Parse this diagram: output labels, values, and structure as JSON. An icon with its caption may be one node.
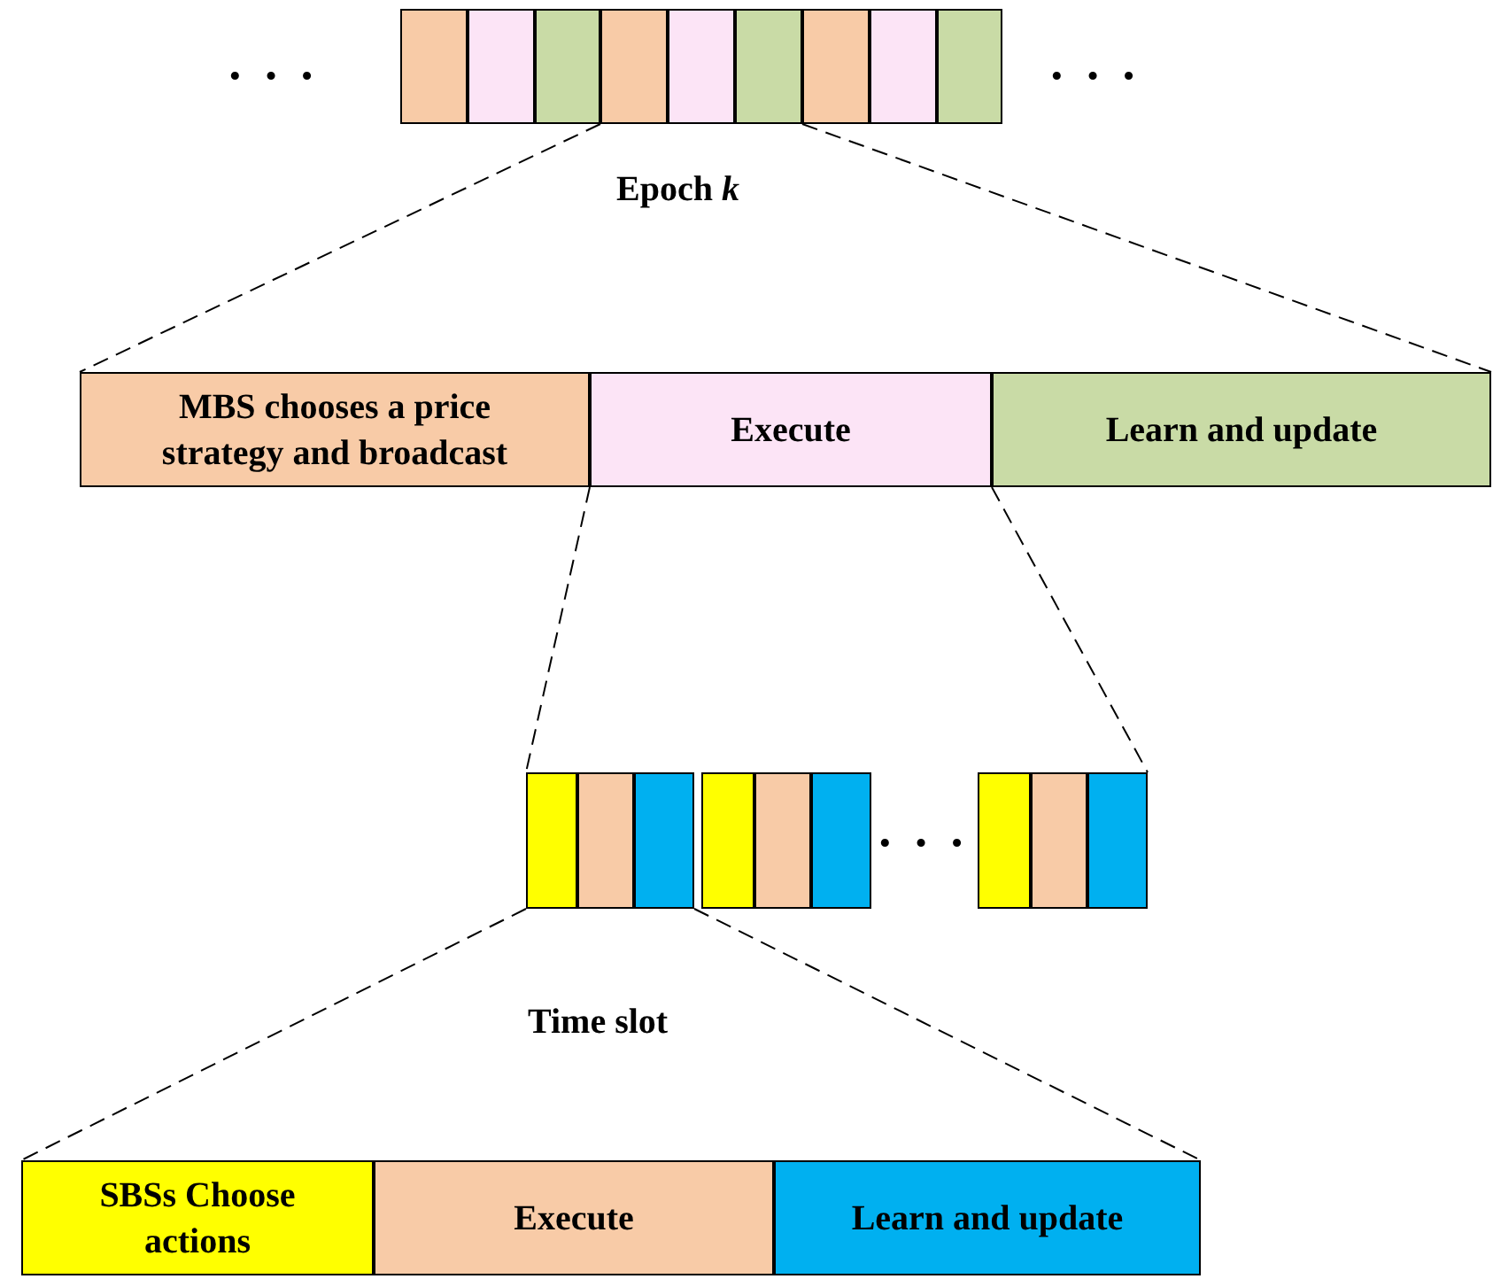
{
  "diagram": {
    "nodes": [
      {
        "text": [],
        "shape": "box"
      },
      {
        "text": [],
        "shape": "box"
      },
      {
        "text": [],
        "shape": "box"
      },
      {
        "text": [],
        "shape": "box"
      },
      {
        "text": [],
        "shape": "box"
      },
      {
        "text": [],
        "shape": "box"
      },
      {
        "text": [],
        "shape": "box"
      },
      {
        "text": [],
        "shape": "box"
      },
      {
        "text": [],
        "shape": "box"
      },
      {
        "text": [
          "MBS chooses a price strategy and broadcast"
        ]
      },
      {
        "text": [
          "Execute"
        ]
      },
      {
        "text": [
          "Learn and update"
        ]
      },
      {
        "text": [],
        "shape": "box"
      },
      {
        "text": [],
        "shape": "box"
      },
      {
        "text": [],
        "shape": "box"
      },
      {
        "text": [],
        "shape": "box"
      },
      {
        "text": [],
        "shape": "box"
      },
      {
        "text": [],
        "shape": "box"
      },
      {
        "text": [],
        "shape": "box"
      },
      {
        "text": [],
        "shape": "box"
      },
      {
        "text": [],
        "shape": "box"
      },
      {
        "text": [
          "SBSs Choose actions"
        ]
      },
      {
        "text": [
          "Execute"
        ]
      },
      {
        "text": [
          "Learn and update"
        ]
      }
    ],
    "edges": [
      {
        "from": 3,
        "to": 9,
        "arrow": "none",
        "style": "dashed"
      },
      {
        "from": 5,
        "to": 11,
        "arrow": "none",
        "style": "dashed"
      },
      {
        "from": 10,
        "to": 12,
        "arrow": "none",
        "style": "dashed"
      },
      {
        "from": 10,
        "to": 20,
        "arrow": "none",
        "style": "dashed"
      },
      {
        "from": 12,
        "to": 21,
        "arrow": "none",
        "style": "dashed"
      },
      {
        "from": 14,
        "to": 23,
        "arrow": "none",
        "style": "dashed"
      }
    ],
    "labels": [
      "· · ·",
      "· · ·",
      "Epoch *k*",
      "· · ·",
      "Time slot"
    ]
  }
}
